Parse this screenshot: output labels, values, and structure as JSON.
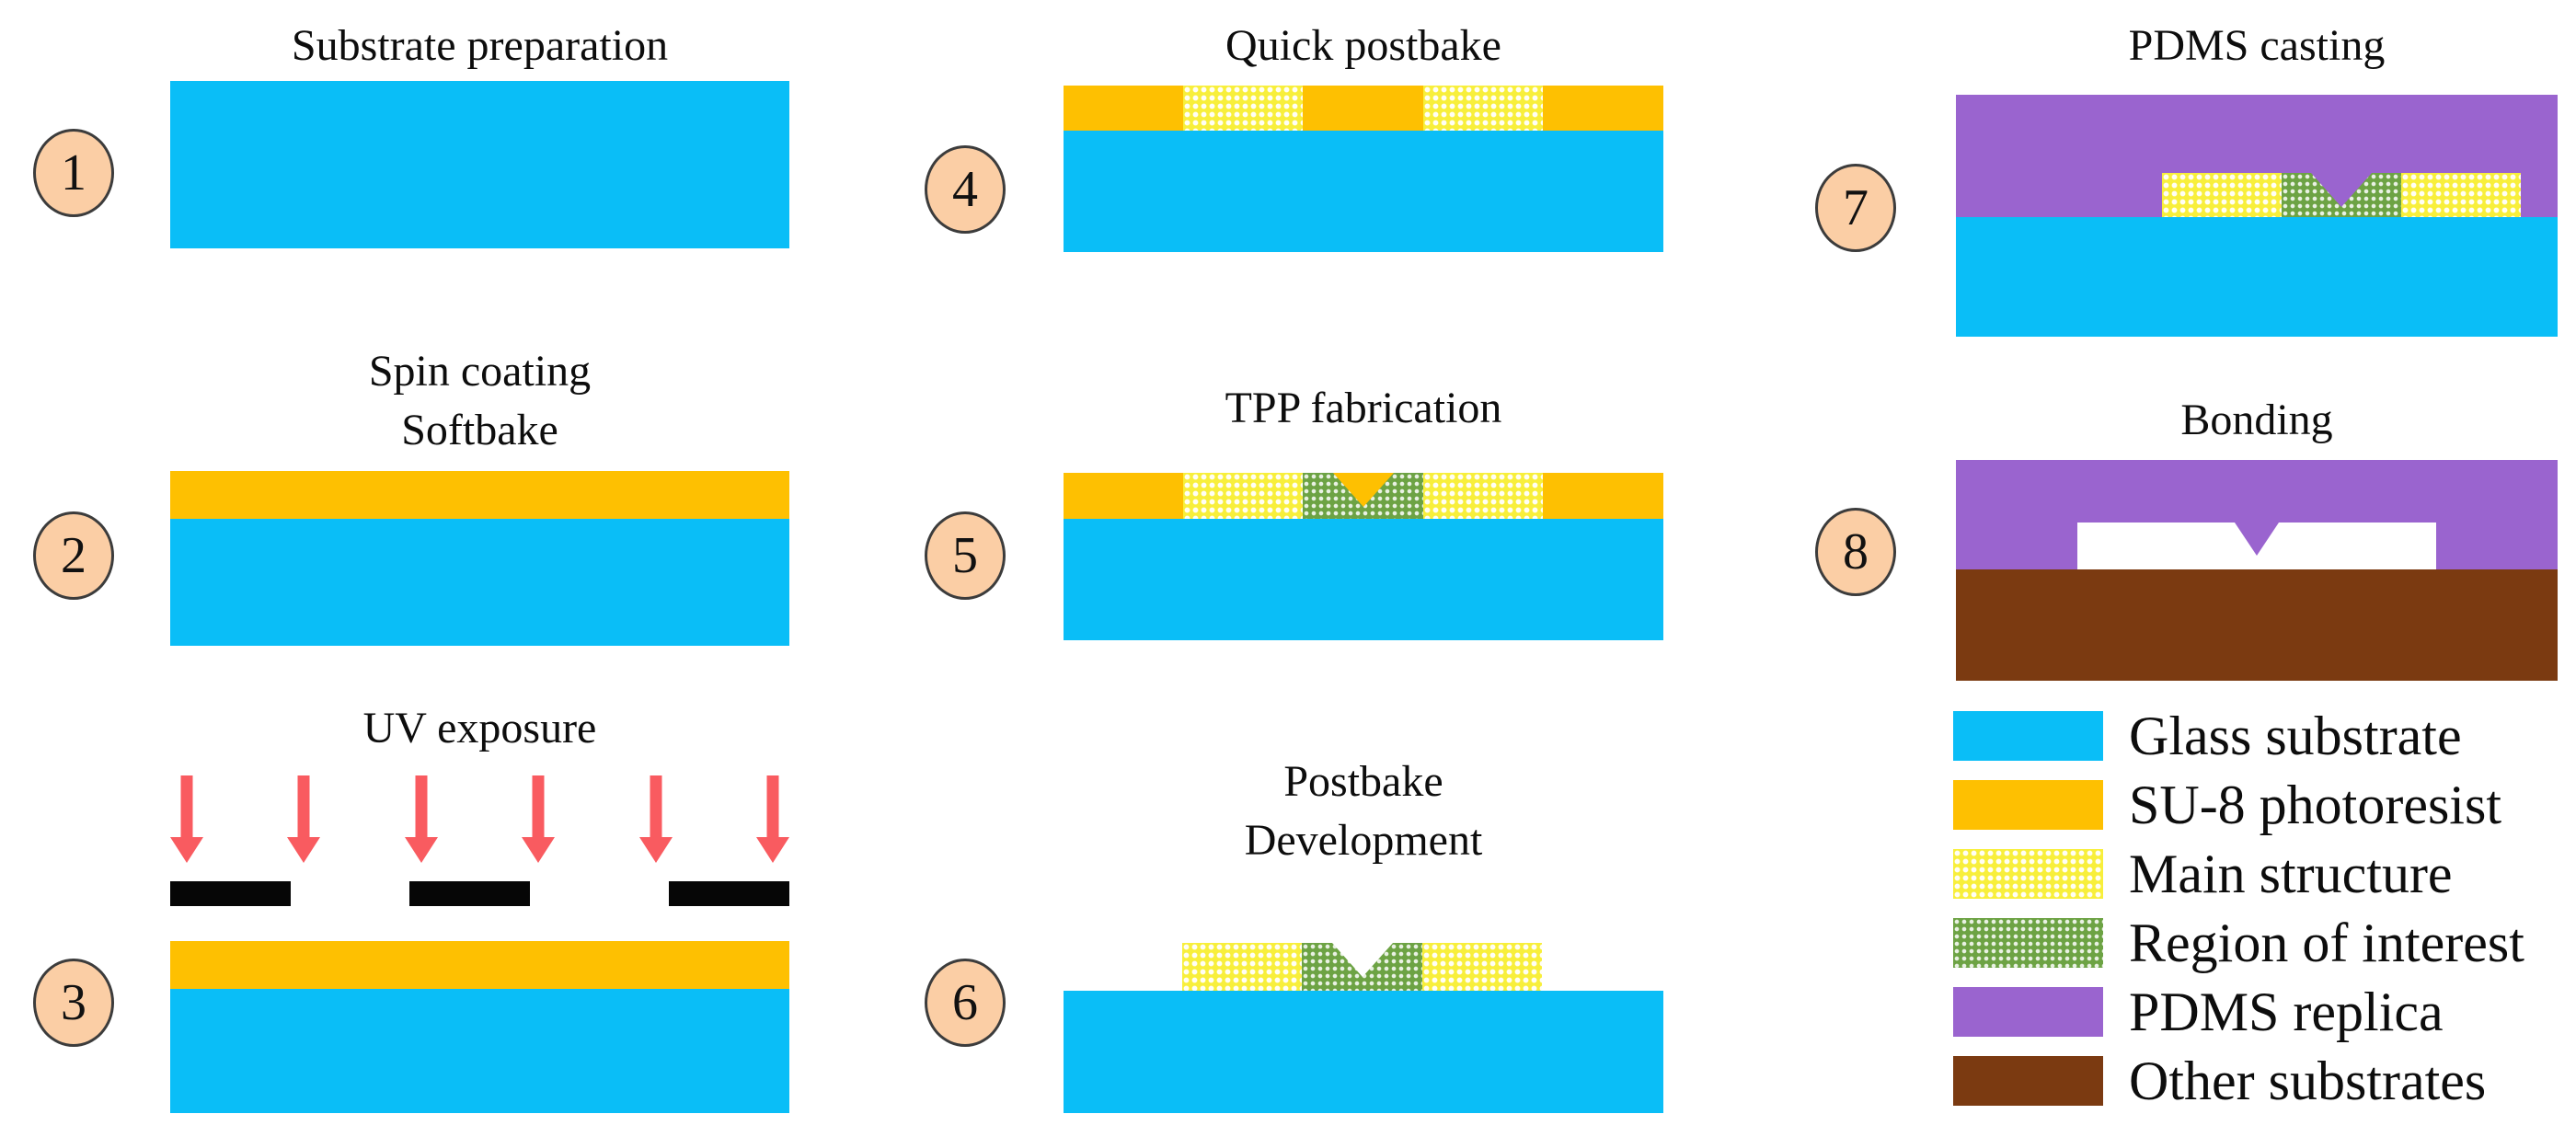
{
  "steps": [
    {
      "number": "1",
      "line1": "Substrate preparation",
      "line2": ""
    },
    {
      "number": "2",
      "line1": "Spin coating",
      "line2": "Softbake"
    },
    {
      "number": "3",
      "line1": "UV exposure",
      "line2": ""
    },
    {
      "number": "4",
      "line1": "Quick postbake",
      "line2": ""
    },
    {
      "number": "5",
      "line1": "TPP fabrication",
      "line2": ""
    },
    {
      "number": "6",
      "line1": "Postbake",
      "line2": "Development"
    },
    {
      "number": "7",
      "line1": "PDMS casting",
      "line2": ""
    },
    {
      "number": "8",
      "line1": "Bonding",
      "line2": ""
    }
  ],
  "legend": {
    "items": [
      {
        "label": "Glass substrate",
        "swatch": "glass"
      },
      {
        "label": "SU-8 photoresist",
        "swatch": "su8"
      },
      {
        "label": "Main structure",
        "swatch": "main-structure"
      },
      {
        "label": "Region of interest",
        "swatch": "region-of-interest"
      },
      {
        "label": "PDMS replica",
        "swatch": "pdms"
      },
      {
        "label": "Other substrates",
        "swatch": "other-substrate"
      }
    ]
  },
  "colors": {
    "glass": "#0ABEF7",
    "su8": "#FEC001",
    "main_structure": "#F8EF3B",
    "region_of_interest": "#6DA344",
    "pdms": "#9A64CF",
    "other_substrate": "#7B3A11",
    "uv_arrow": "#F95B60",
    "mask": "#060606",
    "step_circle_fill": "#FBCEA5",
    "step_circle_border": "#3C3C3C"
  }
}
